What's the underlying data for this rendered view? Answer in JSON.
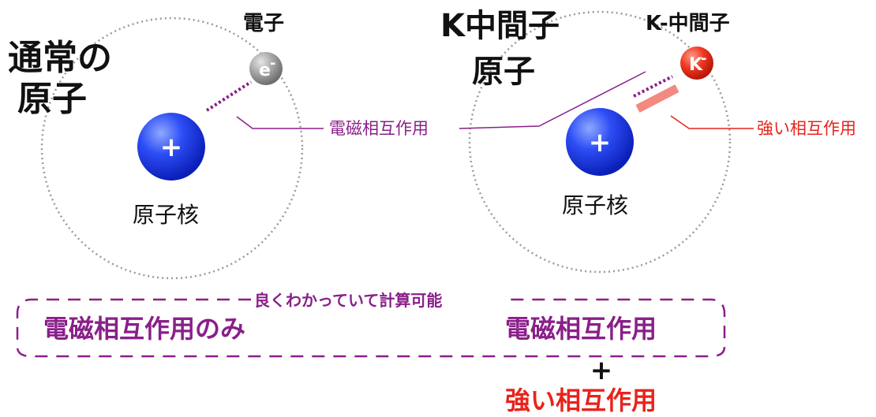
{
  "left_atom": {
    "title_line1": "通常の",
    "title_line2": "原子",
    "electron_label": "電子",
    "electron_symbol": "e",
    "electron_charge": "-",
    "nucleus_symbol": "+",
    "nucleus_label": "原子核"
  },
  "right_atom": {
    "title_line1": "K中間子",
    "title_line2": "原子",
    "kaon_label": "K-中間子",
    "kaon_symbol": "K",
    "kaon_charge": "-",
    "nucleus_symbol": "+",
    "nucleus_label": "原子核"
  },
  "interactions": {
    "em_label": "電磁相互作用",
    "strong_label": "強い相互作用"
  },
  "summary": {
    "box_caption": "良くわかっていて計算可能",
    "left_text": "電磁相互作用のみ",
    "right_text": "電磁相互作用",
    "plus": "+",
    "bottom_text": "強い相互作用"
  },
  "colors": {
    "purple": "#8a1f8a",
    "red": "#e8231c",
    "nucleus_blue": "#1f3ff0",
    "electron_gray": "#9a9a9a",
    "kaon_red": "#e8231c",
    "orbit_gray": "#9a9a9a",
    "strong_bar": "#f28a82"
  }
}
